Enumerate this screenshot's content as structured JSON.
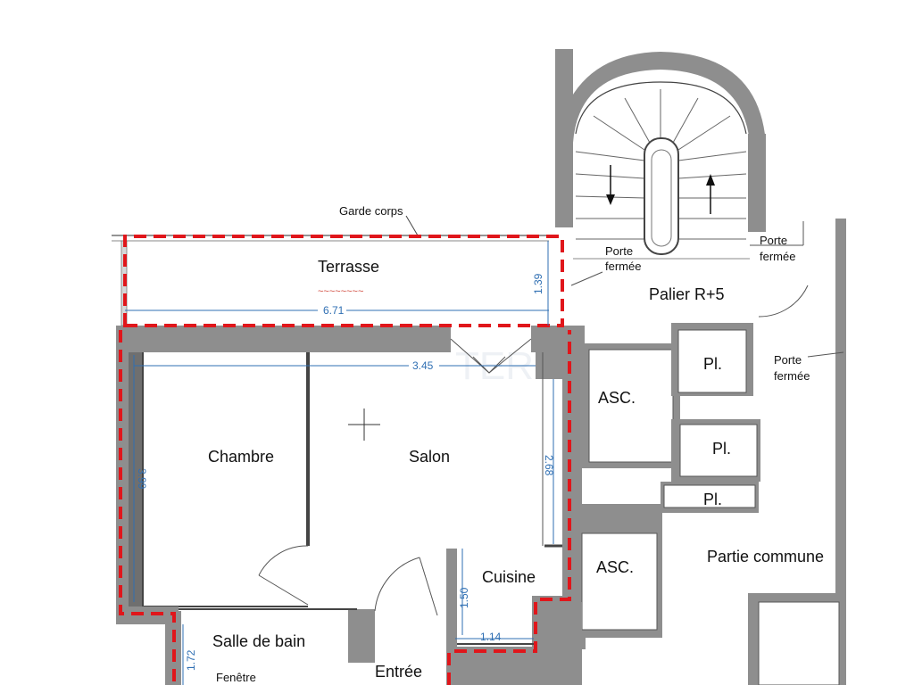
{
  "colors": {
    "wall": "#8e8e8e",
    "dimension": "#2f6fb3",
    "boundary": "#e0161b",
    "text": "#111111"
  },
  "labels": {
    "garde_corps": "Garde corps",
    "terrasse": "Terrasse",
    "porte_fermee_stair_1": "Porte",
    "porte_fermee_stair_2": "fermée",
    "porte_fermee_right_top_1": "Porte",
    "porte_fermee_right_top_2": "fermée",
    "porte_fermee_right_mid_1": "Porte",
    "porte_fermee_right_mid_2": "fermée",
    "palier": "Palier R+5",
    "pl_1": "Pl.",
    "pl_2": "Pl.",
    "pl_3": "Pl.",
    "asc_1": "ASC.",
    "asc_2": "ASC.",
    "partie_commune": "Partie commune",
    "chambre": "Chambre",
    "salon": "Salon",
    "cuisine": "Cuisine",
    "salle_de_bain": "Salle de bain",
    "entree": "Entrée",
    "fenetre": "Fenêtre",
    "watermark": "TERRASSE"
  },
  "dimensions": {
    "terrasse_width": "6.71",
    "terrasse_depth": "1.39",
    "salon_width": "3.45",
    "salon_depth": "2.68",
    "chambre_depth": "3.99",
    "cuisine_depth": "1.50",
    "cuisine_width": "1.14",
    "sdb_depth": "1.72"
  }
}
